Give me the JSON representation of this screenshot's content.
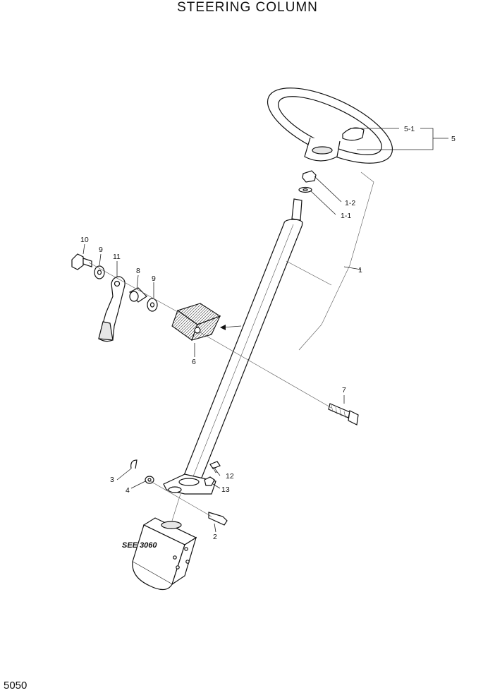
{
  "title": "STEERING COLUMN",
  "page_number": "5050",
  "reference_note": "SEE 3060",
  "callouts": {
    "c1": "1",
    "c1_1": "1-1",
    "c1_2": "1-2",
    "c2": "2",
    "c3": "3",
    "c4": "4",
    "c5": "5",
    "c5_1": "5-1",
    "c6": "6",
    "c7": "7",
    "c8": "8",
    "c9a": "9",
    "c9b": "9",
    "c10": "10",
    "c11": "11",
    "c12": "12",
    "c13": "13"
  }
}
